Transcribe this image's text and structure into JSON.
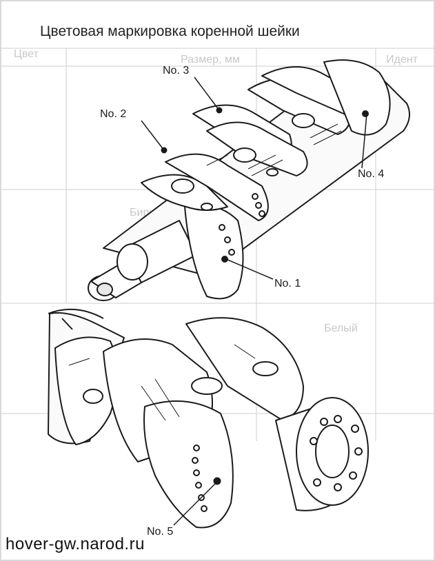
{
  "title": "Цветовая маркировка коренной шейки",
  "background_table": {
    "header_left": "Цвет",
    "header_mid": "Размер, мм",
    "header_right": "Идент",
    "row_1": "Бирюзовый",
    "row_2": "Белый"
  },
  "callouts": {
    "no1": "No. 1",
    "no2": "No. 2",
    "no3": "No. 3",
    "no4": "No. 4",
    "no5": "No. 5"
  },
  "footer": "hover-gw.narod.ru",
  "colors": {
    "line": "#1a1a1a",
    "ghost": "#cfcfcf",
    "fill": "#ffffff"
  }
}
